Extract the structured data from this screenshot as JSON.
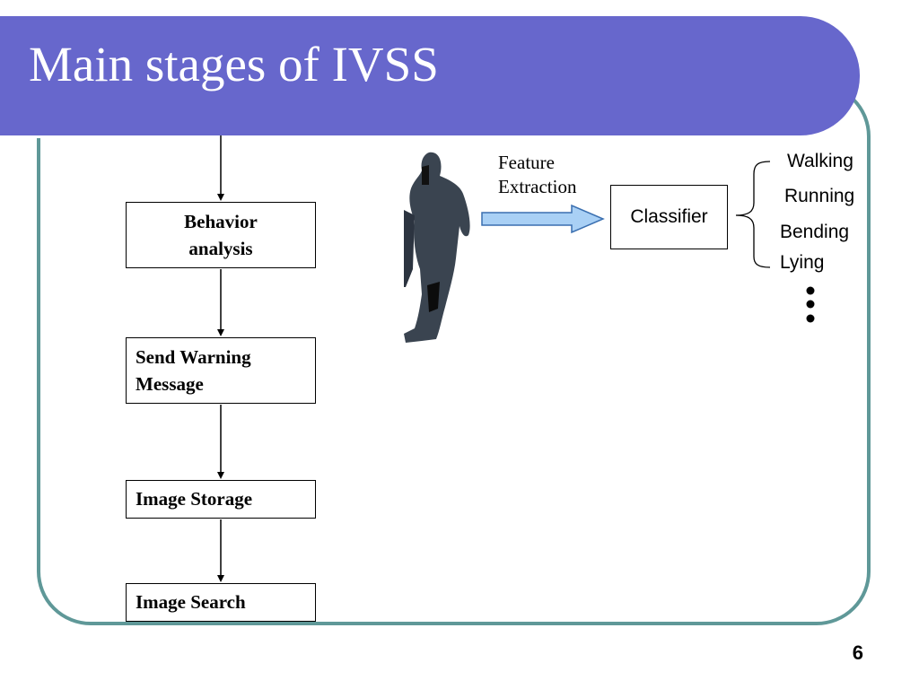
{
  "slide": {
    "title": "Main stages of IVSS",
    "page_number": "6"
  },
  "flowchart": {
    "steps": [
      {
        "label_line1": "Behavior",
        "label_line2": "analysis"
      },
      {
        "label_line1": "Send Warning",
        "label_line2": "Message"
      },
      {
        "label": "Image Storage"
      },
      {
        "label": "Image Search"
      }
    ]
  },
  "pipeline": {
    "arrow_label_line1": "Feature",
    "arrow_label_line2": "Extraction",
    "classifier_label": "Classifier",
    "classes": [
      "Walking",
      "Running",
      "Bending",
      "Lying"
    ]
  },
  "colors": {
    "title_bar": "#6767cc",
    "frame_border": "#5f9898",
    "arrow_fill": "#a9d0f5",
    "arrow_stroke": "#3a6fb0"
  }
}
